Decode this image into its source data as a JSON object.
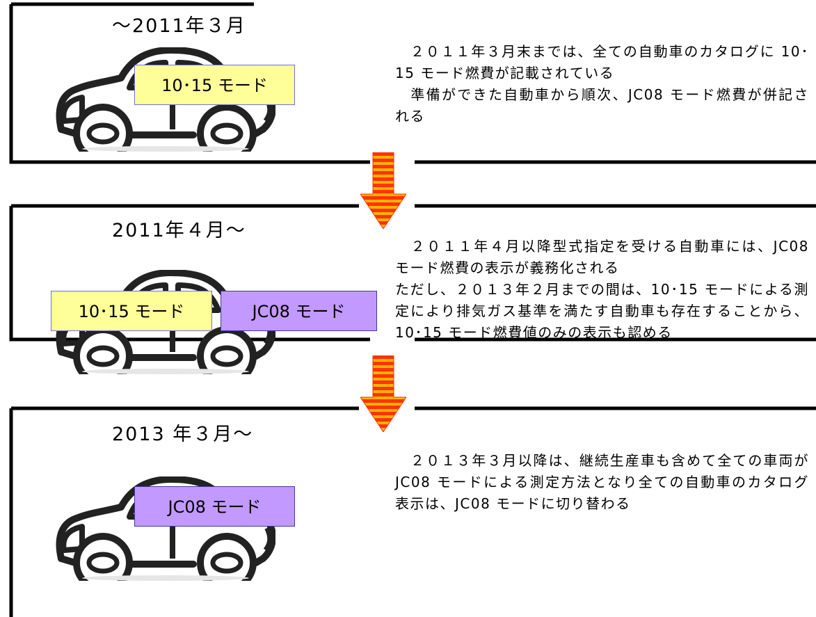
{
  "title": {
    "text": ""
  },
  "sections": [
    {
      "period": "～2011年３月",
      "modes": [
        {
          "label": "10･15 モード",
          "color": "#ffff99"
        }
      ],
      "description": "　２０１１年３月末までは、全ての自動車のカタログに 10･15 モード燃費が記載されている\n　準備ができた自動車から順次、JC08 モード燃費が併記される"
    },
    {
      "period": "2011年４月～",
      "modes": [
        {
          "label": "10･15 モード",
          "color": "#ffff99"
        },
        {
          "label": "JC08 モード",
          "color": "#c299ff"
        }
      ],
      "description": "　２０１１年４月以降型式指定を受ける自動車には、JC08 モード燃費の表示が義務化される\nただし、２０１３年２月までの間は、10･15 モードによる測定により排気ガス基準を満たす自動車も存在することから、10･15 モード燃費値のみの表示も認める"
    },
    {
      "period": "2013 年３月～",
      "modes": [
        {
          "label": "JC08 モード",
          "color": "#c299ff"
        }
      ],
      "description": "　２０１３年３月以降は、継続生産車も含めて全ての車両が JC08 モードによる測定方法となり全ての自動車のカタログ表示は、JC08 モードに切り替わる"
    }
  ],
  "arrows": [
    {
      "icon": "down-arrow-icon",
      "color": "#ff3300",
      "stripe_color": "#ffcc00"
    },
    {
      "icon": "down-arrow-icon",
      "color": "#ff3300",
      "stripe_color": "#ffcc00"
    }
  ]
}
